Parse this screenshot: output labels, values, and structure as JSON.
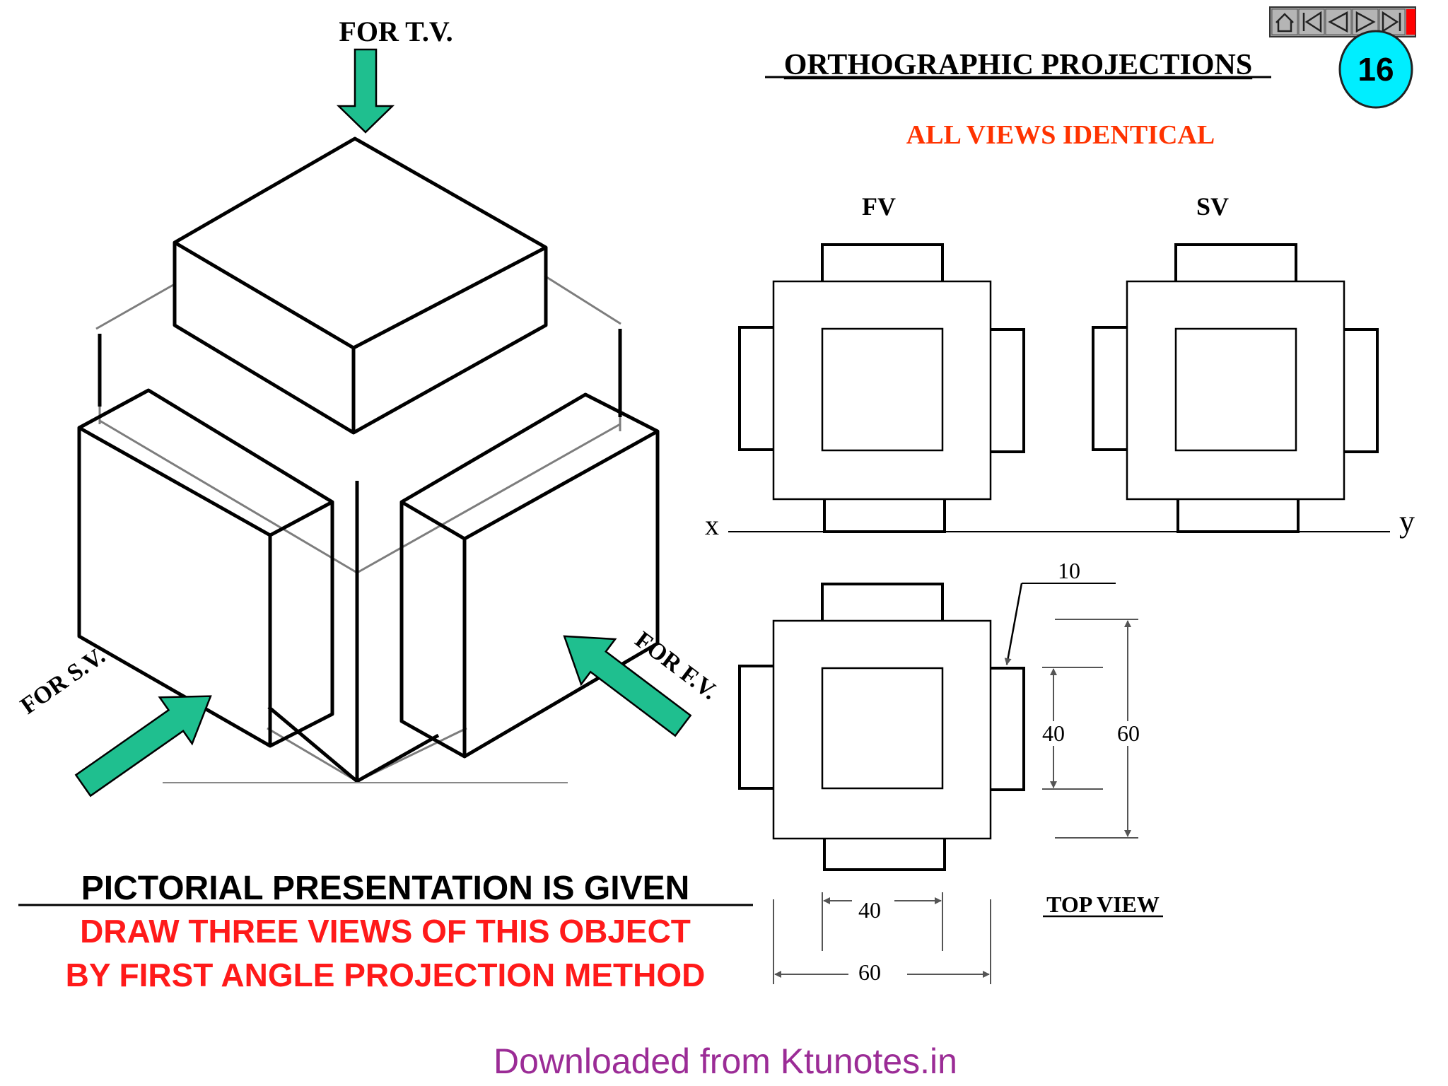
{
  "title": "ORTHOGRAPHIC PROJECTIONS",
  "subtitle": "ALL VIEWS IDENTICAL",
  "slide_number": "16",
  "nav": {
    "icons": [
      "home-icon",
      "first-slide-icon",
      "previous-slide-icon",
      "next-slide-icon",
      "last-slide-icon",
      "close-icon"
    ],
    "close_color": "#ff0000"
  },
  "pictorial": {
    "for_tv": "FOR T.V.",
    "for_sv": "FOR S.V.",
    "for_fv": "FOR F.V.",
    "arrow_color": "#1fbf8f"
  },
  "instructions": {
    "line1": "PICTORIAL PRESENTATION IS GIVEN",
    "line2": "DRAW THREE VIEWS OF THIS OBJECT",
    "line3": "BY FIRST ANGLE PROJECTION METHOD",
    "accent_color": "#ff1a1a"
  },
  "views": {
    "fv_label": "FV",
    "sv_label": "SV",
    "tv_label": "TOP VIEW",
    "x_label": "x",
    "y_label": "y"
  },
  "dimensions": {
    "d10": "10",
    "d40_vertical": "40",
    "d60_vertical": "60",
    "d40_horizontal": "40",
    "d60_horizontal": "60"
  },
  "footer": "Downloaded from Ktunotes.in",
  "colors": {
    "subtitle": "#ff3300",
    "footer": "#9b2c96",
    "badge": "#00eeff"
  }
}
